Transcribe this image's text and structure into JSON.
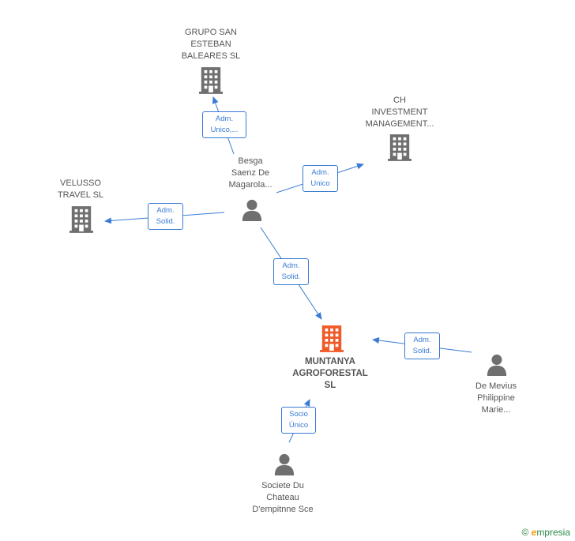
{
  "nodes": {
    "grupo": {
      "label": "GRUPO SAN\nESTEBAN\nBALEARES  SL",
      "type": "company"
    },
    "ch": {
      "label": "CH\nINVESTMENT\nMANAGEMENT...",
      "type": "company"
    },
    "velusso": {
      "label": "VELUSSO\nTRAVEL  SL",
      "type": "company"
    },
    "besga": {
      "label": "Besga\nSaenz De\nMagarola...",
      "type": "person"
    },
    "muntanya": {
      "label": "MUNTANYA\nAGROFORESTAL\nSL",
      "type": "company-main"
    },
    "mevius": {
      "label": "De Mevius\nPhilippine\nMarie...",
      "type": "person"
    },
    "societe": {
      "label": "Societe Du\nChateau\nD'empitnne Sce",
      "type": "person"
    }
  },
  "edges": {
    "e1": {
      "label": "Adm.\nUnico,..."
    },
    "e2": {
      "label": "Adm.\nUnico"
    },
    "e3": {
      "label": "Adm.\nSolid."
    },
    "e4": {
      "label": "Adm.\nSolid."
    },
    "e5": {
      "label": "Adm.\nSolid."
    },
    "e6": {
      "label": "Socio\nÚnico"
    }
  },
  "footer": {
    "copyright": "©",
    "brand_initial": "e",
    "brand_rest": "mpresia"
  },
  "colors": {
    "edge": "#3a7bd5",
    "company": "#6f6f6f",
    "main_company": "#f05a28",
    "person": "#6f6f6f"
  }
}
